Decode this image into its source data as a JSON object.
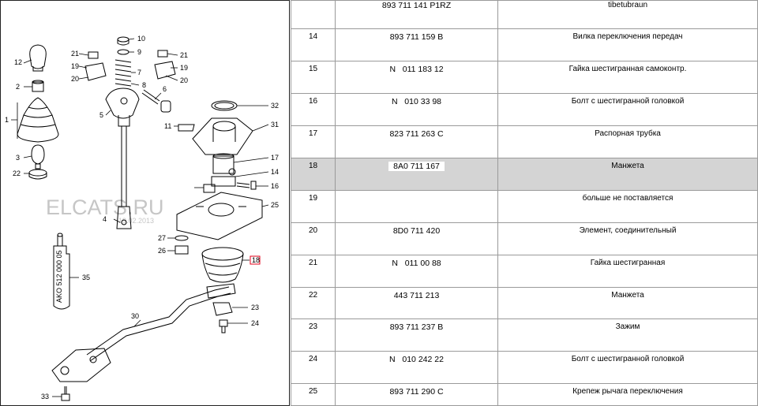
{
  "diagram": {
    "labels": {
      "l1": "1",
      "l2": "2",
      "l3": "3",
      "l4": "4",
      "l5": "5",
      "l6": "6",
      "l7": "7",
      "l8": "8",
      "l9": "9",
      "l10": "10",
      "l11": "11",
      "l12": "12",
      "l14": "14",
      "l16": "16",
      "l17": "17",
      "l18": "18",
      "l19": "19",
      "l20": "20",
      "l21": "21",
      "l22": "22",
      "l23": "23",
      "l24": "24",
      "l25": "25",
      "l26": "26",
      "l27": "27",
      "l30": "30",
      "l31": "31",
      "l32": "32",
      "l33": "33",
      "l35": "35",
      "l19b": "19",
      "l20b": "20",
      "l21b": "21"
    },
    "part35_text": "AKO 512 000 05",
    "watermark": "ELCATS.RU",
    "watermark_date": "19.02.2013",
    "highlight_color": "#e0001a"
  },
  "table": {
    "rows": [
      {
        "pos": "",
        "pn": "893 711 141 P1RZ",
        "name": "tibetubraun",
        "highlight": false
      },
      {
        "pos": "14",
        "pn": "893 711 159 B",
        "name": "Вилка переключения передач",
        "highlight": false
      },
      {
        "pos": "15",
        "pn": "N   011 183 12",
        "name": "Гайка шестигранная самоконтр.",
        "highlight": false
      },
      {
        "pos": "16",
        "pn": "N   010 33 98",
        "name": "Болт с шестигранной головкой",
        "highlight": false
      },
      {
        "pos": "17",
        "pn": "823 711 263 C",
        "name": "Распорная трубка",
        "highlight": false
      },
      {
        "pos": "18",
        "pn": "8A0 711 167",
        "name": "Манжета",
        "highlight": true
      },
      {
        "pos": "19",
        "pn": "",
        "name": "больше не поставляется",
        "highlight": false
      },
      {
        "pos": "20",
        "pn": "8D0 711 420",
        "name": "Элемент, соединительный",
        "highlight": false
      },
      {
        "pos": "21",
        "pn": "N   011 00 88",
        "name": "Гайка шестигранная",
        "highlight": false
      },
      {
        "pos": "22",
        "pn": "443 711 213",
        "name": "Манжета",
        "highlight": false
      },
      {
        "pos": "23",
        "pn": "893 711 237 B",
        "name": "Зажим",
        "highlight": false
      },
      {
        "pos": "24",
        "pn": "N   010 242 22",
        "name": "Болт с шестигранной головкой",
        "highlight": false
      },
      {
        "pos": "25",
        "pn": "893 711 290 C",
        "name": "Крепеж рычага переключения",
        "highlight": false
      }
    ]
  }
}
